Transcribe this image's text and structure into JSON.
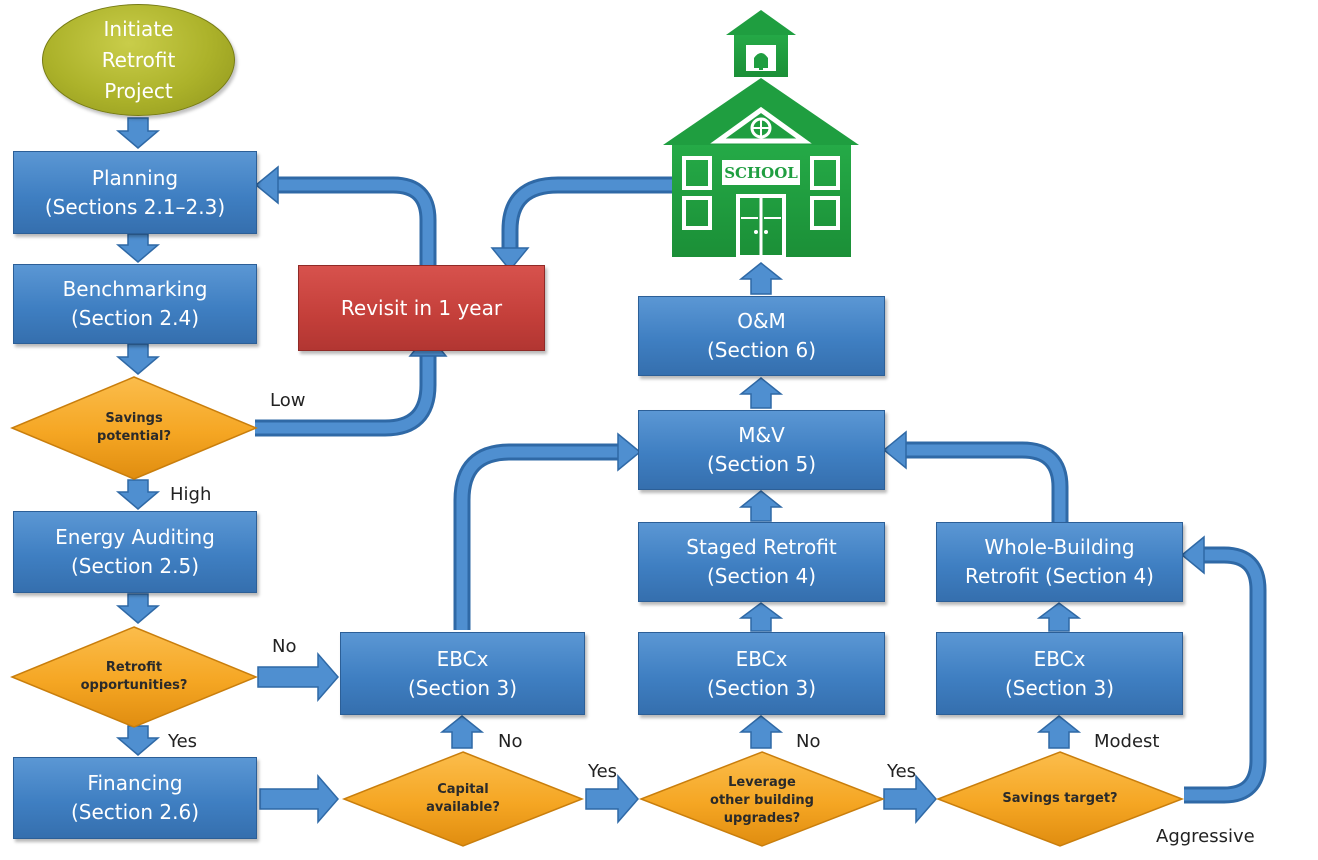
{
  "start": {
    "lines": [
      "Initiate",
      "Retrofit",
      "Project"
    ]
  },
  "planning": {
    "title": "Planning",
    "sub": "(Sections 2.1–2.3)"
  },
  "benchmarking": {
    "title": "Benchmarking",
    "sub": "(Section 2.4)"
  },
  "revisit": {
    "label": "Revisit in 1 year"
  },
  "savings_potential": {
    "lines": [
      "Savings",
      "potential?"
    ]
  },
  "energy_auditing": {
    "title": "Energy Auditing",
    "sub": "(Section 2.5)"
  },
  "retrofit_opportunities": {
    "lines": [
      "Retrofit",
      "opportunities?"
    ]
  },
  "financing": {
    "title": "Financing",
    "sub": "(Section 2.6)"
  },
  "capital_available": {
    "lines": [
      "Capital",
      "available?"
    ]
  },
  "leverage_upgrades": {
    "lines": [
      "Leverage",
      "other building",
      "upgrades?"
    ]
  },
  "savings_target": {
    "lines": [
      "Savings target?"
    ]
  },
  "ebcx_1": {
    "title": "EBCx",
    "sub": "(Section 3)"
  },
  "ebcx_2": {
    "title": "EBCx",
    "sub": "(Section 3)"
  },
  "ebcx_3": {
    "title": "EBCx",
    "sub": "(Section 3)"
  },
  "staged_retrofit": {
    "title": "Staged Retrofit",
    "sub": "(Section 4)"
  },
  "whole_building": {
    "title": "Whole-Building",
    "sub": "Retrofit (Section 4)"
  },
  "mv": {
    "title": "M&V",
    "sub": "(Section 5)"
  },
  "om": {
    "title": "O&M",
    "sub": "(Section 6)"
  },
  "school": {
    "sign": "SCHOOL"
  },
  "edge_labels": {
    "low": "Low",
    "high": "High",
    "no_retrofit": "No",
    "yes_retrofit": "Yes",
    "no_capital": "No",
    "yes_capital": "Yes",
    "no_leverage": "No",
    "yes_leverage": "Yes",
    "modest": "Modest",
    "aggressive": "Aggressive"
  },
  "colors": {
    "process_box": "#4a8ccb",
    "decision": "#f5a623",
    "revisit_box": "#c8403b",
    "start_oval": "#aab22a",
    "school": "#1e9a3d",
    "arrow": "#4a8ccb"
  }
}
